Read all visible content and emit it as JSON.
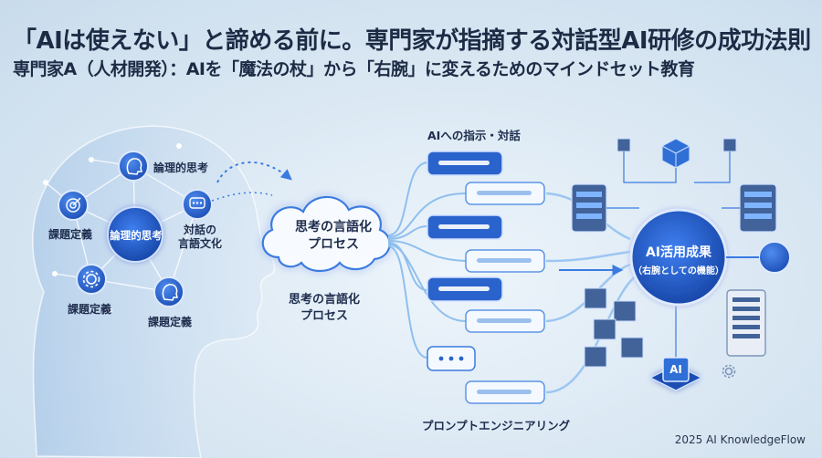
{
  "title": "「AIは使えない」と諦める前に。専門家が指摘する対話型AI研修の成功法則",
  "subtitle": "専門家A（人材開発）：AIを「魔法の杖」から「右腕」に変えるためのマインドセット教育",
  "brain": {
    "center_node": "論理的思考",
    "nodes": [
      {
        "label": "論理的思考",
        "icon": "head-icon"
      },
      {
        "label": "課題定義",
        "icon": "target-icon"
      },
      {
        "label": "対話の\n言語文化",
        "icon": "speech-bubble-icon"
      },
      {
        "label": "課題定義",
        "icon": "gear-icon"
      },
      {
        "label": "課題定義",
        "icon": "head-icon"
      }
    ]
  },
  "process": {
    "cloud_label": "思考の言語化\nプロセス",
    "caption": "思考の言語化\nプロセス"
  },
  "dialogue": {
    "top_label": "AIへの指示・対話",
    "bottom_label": "プロンプトエンジニアリング"
  },
  "result": {
    "title": "AI活用成果",
    "subtitle": "（右腕としての機能）",
    "chip_label": "AI"
  },
  "colors": {
    "accent": "#2f6fd6",
    "dark_blue": "#1f4fb0",
    "text": "#1d2b45"
  },
  "copyright": "2025 AI KnowledgeFlow"
}
